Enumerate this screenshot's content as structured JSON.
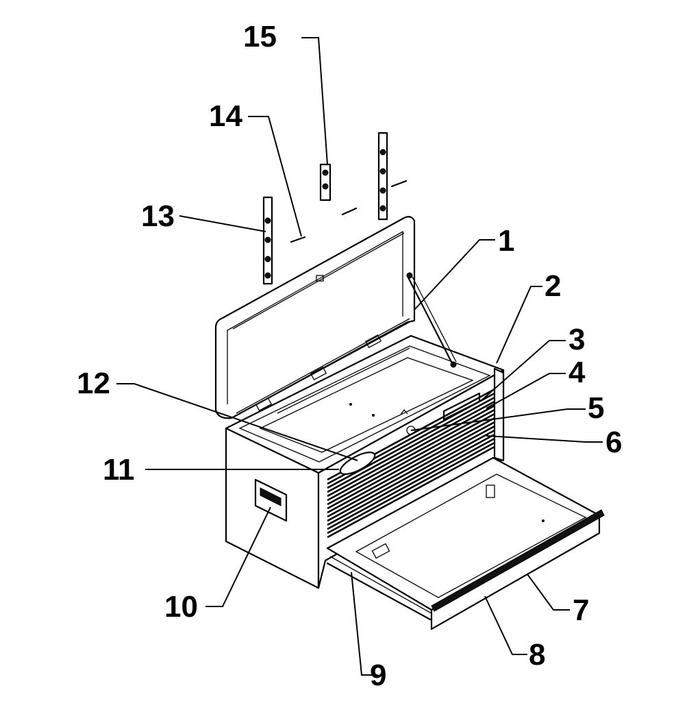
{
  "diagram": {
    "subject": "Exploded parts view of a three-drawer tool chest with open lid and pulled-out bottom drawer",
    "labels": [
      "1",
      "2",
      "3",
      "4",
      "5",
      "6",
      "7",
      "8",
      "9",
      "10",
      "11",
      "12",
      "13",
      "14",
      "15"
    ]
  }
}
